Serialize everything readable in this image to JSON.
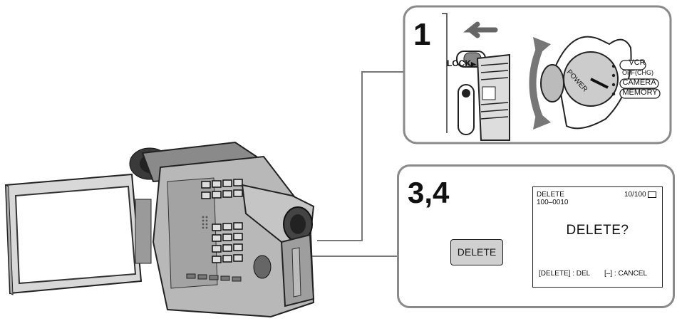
{
  "panel1": {
    "step": "1",
    "lock_label": "LOCK",
    "power_label": "POWER",
    "modes": [
      "VCR",
      "OFF(CHG)",
      "CAMERA",
      "MEMORY"
    ]
  },
  "panel2": {
    "step": "3,4",
    "delete_button": "DELETE",
    "screen": {
      "title": "DELETE",
      "file": "100–0010",
      "counter": "10/100",
      "prompt": "DELETE?",
      "option_del": "[DELETE] : DEL",
      "option_cancel": "[–] : CANCEL"
    }
  }
}
